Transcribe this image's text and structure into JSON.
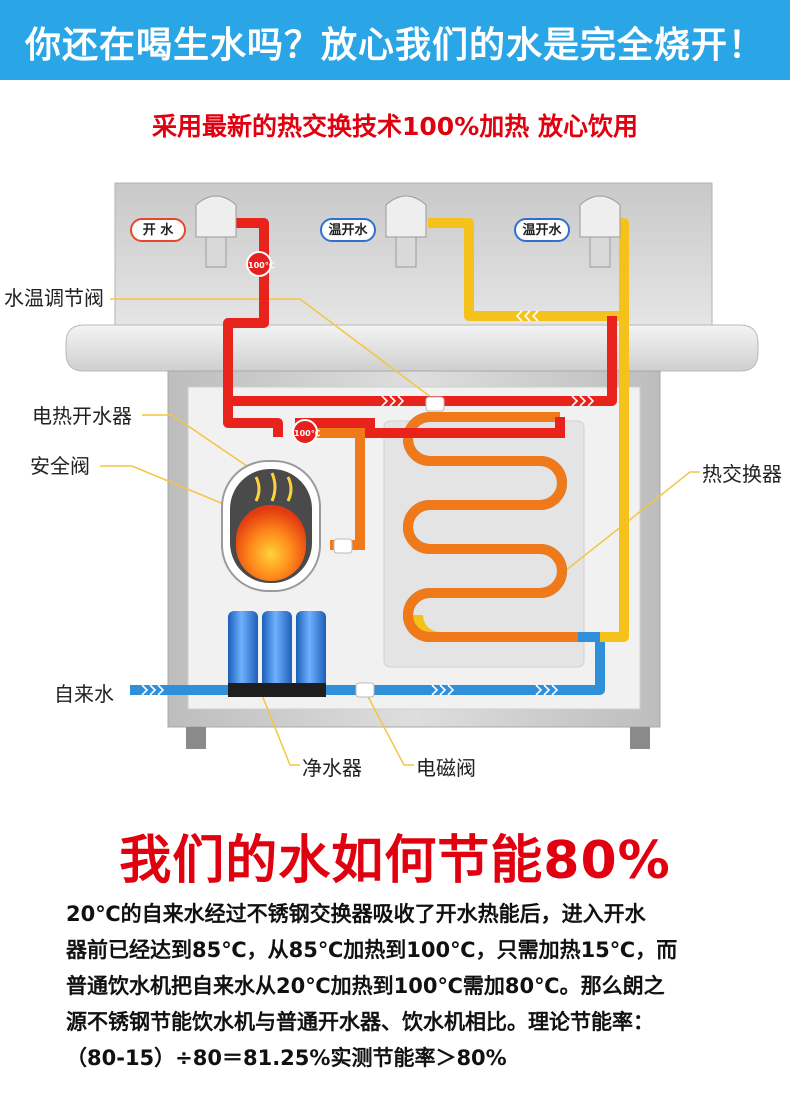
{
  "header": {
    "title": "你还在喝生水吗？放心我们的水是完全烧开！",
    "subtitle": "采用最新的热交换技术100%加热 放心饮用"
  },
  "diagram": {
    "taps": [
      "开 水",
      "温开水",
      "温开水"
    ],
    "temp_badges": [
      "100℃",
      "100℃"
    ],
    "callouts": {
      "temp_valve": "水温调节阀",
      "boiler": "电热开水器",
      "safety_valve": "安全阀",
      "heat_exchanger": "热交换器",
      "tap_water": "自来水",
      "purifier": "净水器",
      "solenoid_valve": "电磁阀"
    }
  },
  "energy": {
    "heading": "我们的水如何节能80%",
    "lines": [
      "20℃的自来水经过不锈钢交换器吸收了开水热能后，进入开水",
      "器前已经达到85℃，从85℃加热到100℃，只需加热15℃，而",
      "普通饮水机把自来水从20℃加热到100℃需加80℃。那么朗之",
      "源不锈钢节能饮水机与普通开水器、饮水机相比。理论节能率：",
      "（80-15）÷80＝81.25%实测节能率＞80%"
    ]
  },
  "colors": {
    "banner": "#2aa6e6",
    "accent_red": "#e0000f",
    "hot_pipe": "#e8231c",
    "warm_pipe": "#f5c21b",
    "mid_pipe": "#f07a1a",
    "cold_pipe": "#2f8fd8",
    "callout_line": "#f3c542"
  }
}
